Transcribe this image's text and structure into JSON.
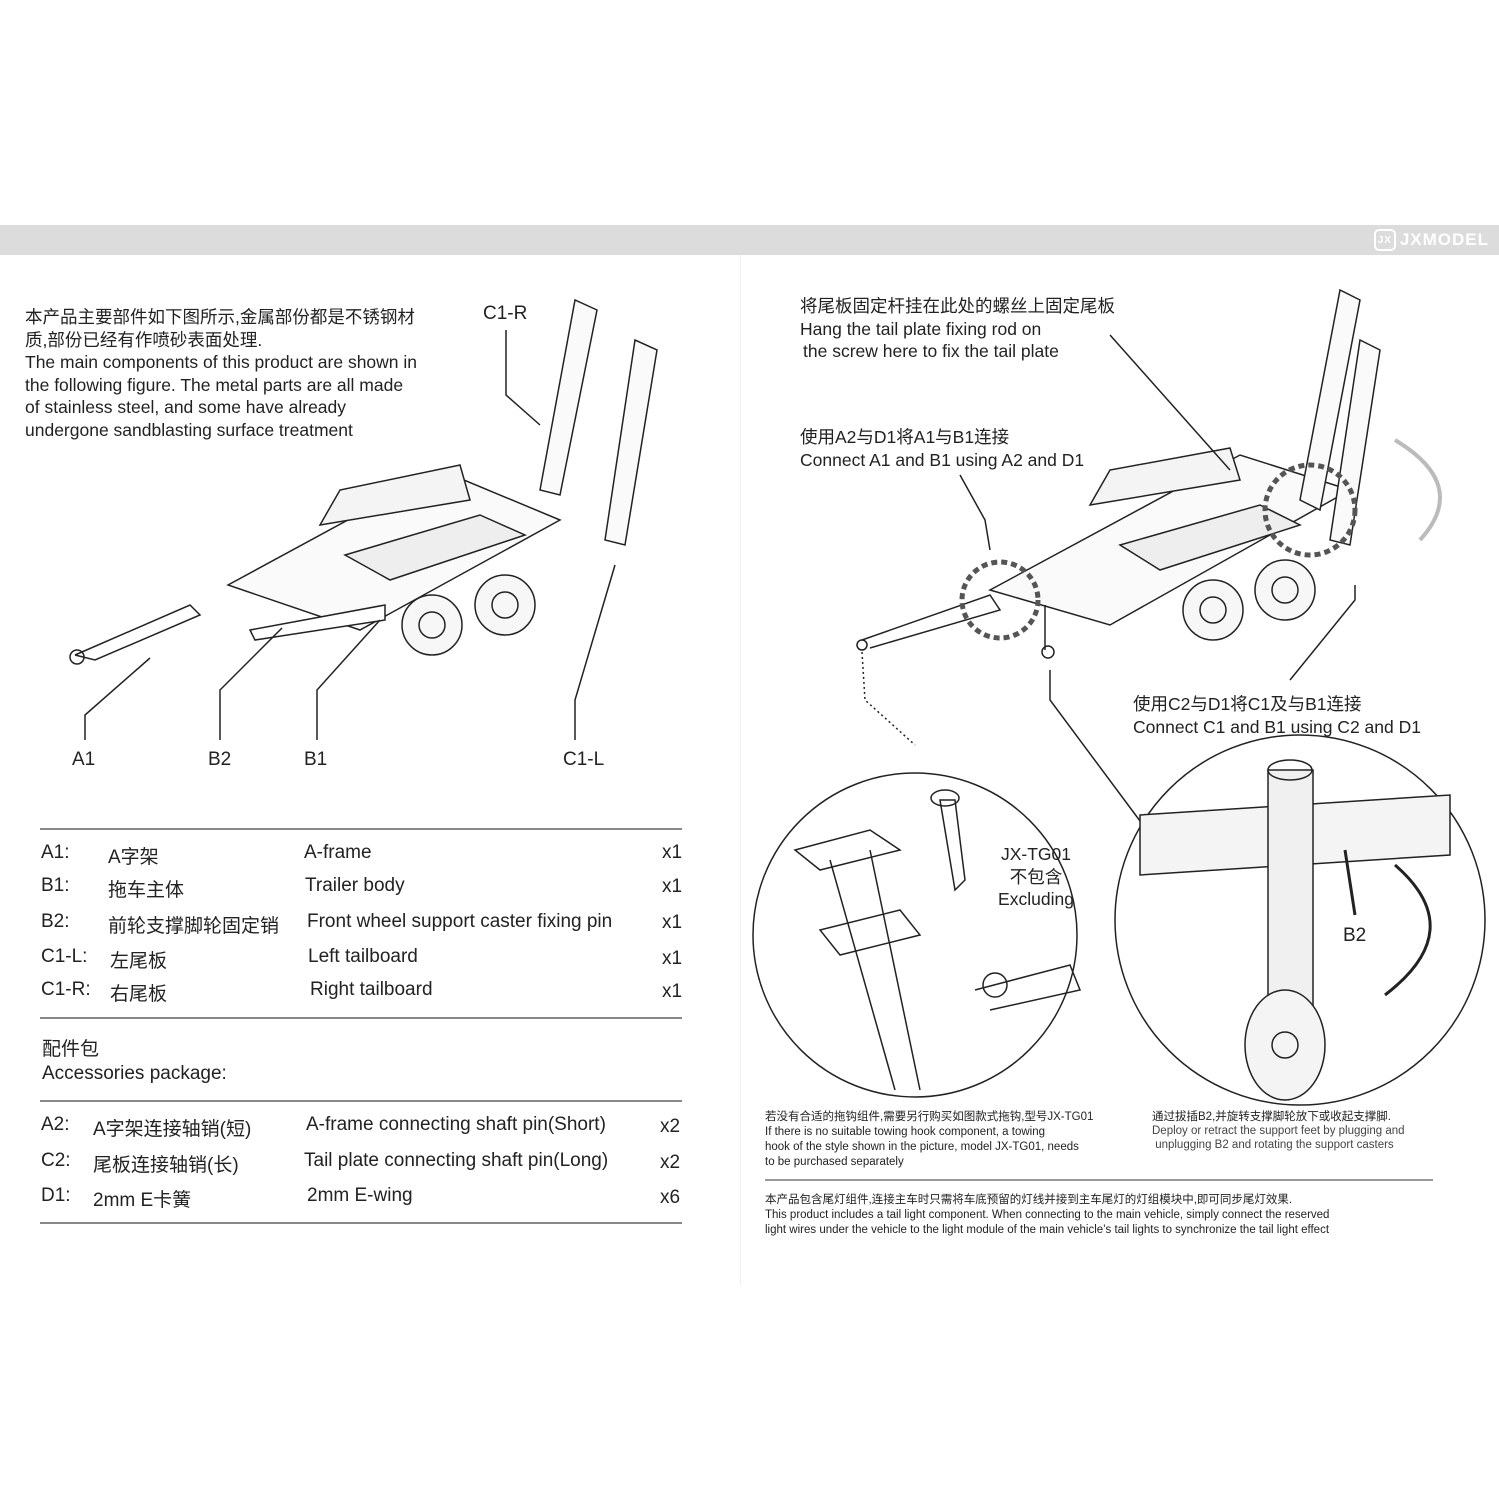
{
  "brand": {
    "logo": "JXMODEL"
  },
  "left": {
    "intro_cn": [
      "本产品主要部件如下图所示,金属部份都是不锈钢材",
      "质,部份已经有作喷砂表面处理."
    ],
    "intro_en": [
      "The main components of this product are shown in",
      "the following figure. The metal parts are all made",
      "of stainless steel, and some have already",
      "undergone sandblasting surface treatment"
    ],
    "callouts": {
      "c1r": "C1-R",
      "a1": "A1",
      "b2": "B2",
      "b1": "B1",
      "c1l": "C1-L"
    },
    "parts": [
      {
        "code": "A1:",
        "cn": "A字架",
        "en": "A-frame",
        "qty": "x1"
      },
      {
        "code": "B1:",
        "cn": "拖车主体",
        "en": "Trailer body",
        "qty": "x1"
      },
      {
        "code": "B2:",
        "cn": "前轮支撑脚轮固定销",
        "en": "Front wheel support caster fixing pin",
        "qty": "x1"
      },
      {
        "code": "C1-L:",
        "cn": "左尾板",
        "en": "Left tailboard",
        "qty": "x1"
      },
      {
        "code": "C1-R:",
        "cn": "右尾板",
        "en": "Right tailboard",
        "qty": "x1"
      }
    ],
    "accessories_cn": "配件包",
    "accessories_en": "Accessories package:",
    "accessories": [
      {
        "code": "A2:",
        "cn": "A字架连接轴销(短)",
        "en": "A-frame connecting shaft pin(Short)",
        "qty": "x2"
      },
      {
        "code": "C2:",
        "cn": "尾板连接轴销(长)",
        "en": "Tail plate connecting shaft pin(Long)",
        "qty": "x2"
      },
      {
        "code": "D1:",
        "cn": "2mm E卡簧",
        "en": "2mm E-wing",
        "qty": "x6"
      }
    ]
  },
  "right": {
    "tail_cn": "将尾板固定杆挂在此处的螺丝上固定尾板",
    "tail_en": [
      "Hang the tail plate fixing rod on",
      "the screw here to fix the tail plate"
    ],
    "a_cn": "使用A2与D1将A1与B1连接",
    "a_en": "Connect A1 and B1 using A2 and D1",
    "c_cn": "使用C2与D1将C1及与B1连接",
    "c_en": "Connect C1 and B1 using C2 and D1",
    "hook": [
      "JX-TG01",
      "不包含",
      "Excluding"
    ],
    "b2": "B2",
    "note_hook": [
      "若没有合适的拖钩组件,需要另行购买如图款式拖钩,型号JX-TG01",
      "If there is no suitable towing hook component, a towing",
      "hook of the style shown in the picture, model JX-TG01, needs",
      "to be purchased separately"
    ],
    "note_b2": [
      "通过拔插B2,并旋转支撑脚轮放下或收起支撑脚.",
      "Deploy or retract the support feet by plugging and",
      " unplugging B2 and rotating the support casters"
    ],
    "note_light": [
      "本产品包含尾灯组件,连接主车时只需将车底预留的灯线并接到主车尾灯的灯组模块中,即可同步尾灯效果.",
      "This product includes a tail light component. When connecting to the main vehicle, simply connect the reserved",
      "light wires under the vehicle to the light module of the main vehicle’s tail lights to synchronize the tail light effect"
    ]
  }
}
